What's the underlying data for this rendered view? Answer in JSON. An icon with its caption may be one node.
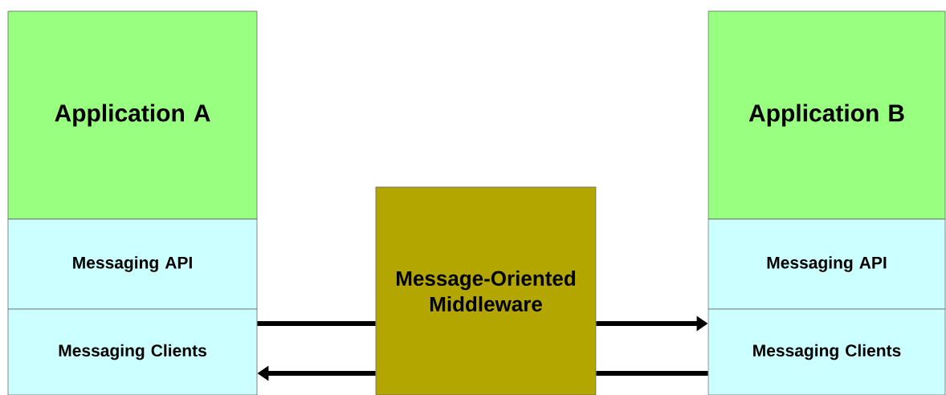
{
  "diagram": {
    "nodes": [
      {
        "text": [
          "Application A"
        ]
      },
      {
        "text": [
          "Messaging API"
        ]
      },
      {
        "text": [
          "Messaging Clients"
        ]
      },
      {
        "text": [
          "Message-Oriented Middleware"
        ]
      },
      {
        "text": [
          "Application B"
        ]
      },
      {
        "text": [
          "Messaging API"
        ]
      },
      {
        "text": [
          "Messaging Clients"
        ]
      }
    ],
    "edges": [
      {
        "from": 2,
        "to": 3,
        "arrow": "none"
      },
      {
        "from": 3,
        "to": 6,
        "arrow": "to"
      },
      {
        "from": 6,
        "to": 3,
        "arrow": "none"
      },
      {
        "from": 3,
        "to": 2,
        "arrow": "to"
      }
    ]
  }
}
